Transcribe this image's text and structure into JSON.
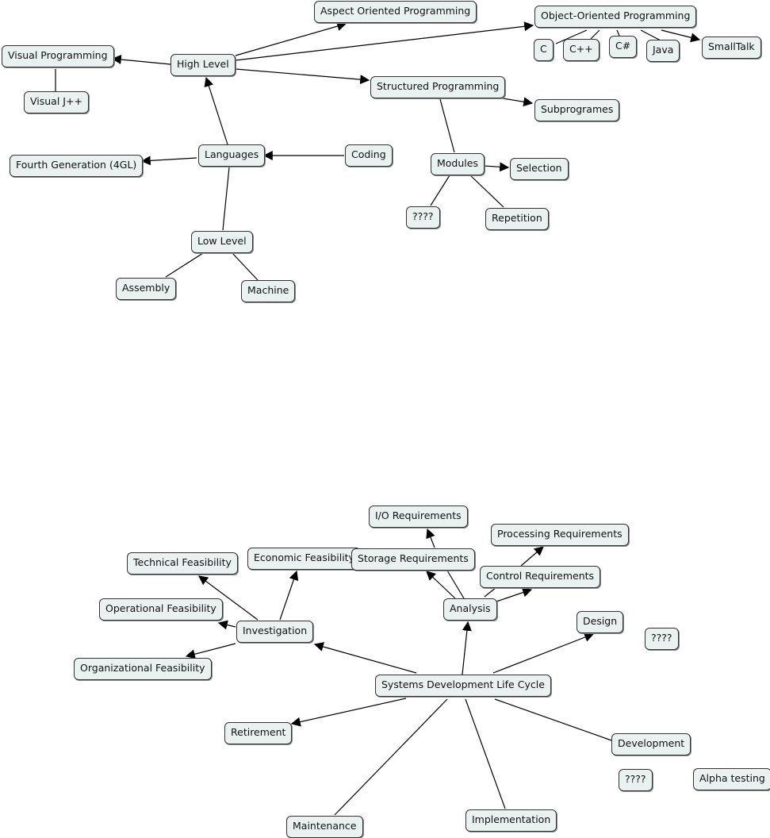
{
  "concept_maps": [
    {
      "nodes": {
        "aspect": "Aspect Oriented Programming",
        "oop": "Object-Oriented Programming",
        "visual_programming": "Visual Programming",
        "high_level": "High Level",
        "c": "C",
        "cpp": "C++",
        "csharp": "C#",
        "java": "Java",
        "smalltalk": "SmallTalk",
        "structured": "Structured Programming",
        "visual_jpp": "Visual J++",
        "subprogrames": "Subprogrames",
        "languages": "Languages",
        "coding": "Coding",
        "fourth_gen": "Fourth Generation (4GL)",
        "modules": "Modules",
        "selection": "Selection",
        "unknown_modules": "????",
        "repetition": "Repetition",
        "low_level": "Low Level",
        "assembly": "Assembly",
        "machine": "Machine"
      }
    },
    {
      "nodes": {
        "io_req": "I/O Requirements",
        "processing_req": "Processing Requirements",
        "economic": "Economic Feasibility",
        "storage_req": "Storage Requirements",
        "technical": "Technical Feasibility",
        "control_req": "Control Requirements",
        "operational": "Operational Feasibility",
        "analysis": "Analysis",
        "design": "Design",
        "investigation": "Investigation",
        "unknown_design": "????",
        "organizational": "Organizational Feasibility",
        "sdlc": "Systems Development Life Cycle",
        "retirement": "Retirement",
        "development": "Development",
        "unknown_dev": "????",
        "alpha": "Alpha testing",
        "maintenance": "Maintenance",
        "implementation": "Implementation"
      }
    }
  ]
}
